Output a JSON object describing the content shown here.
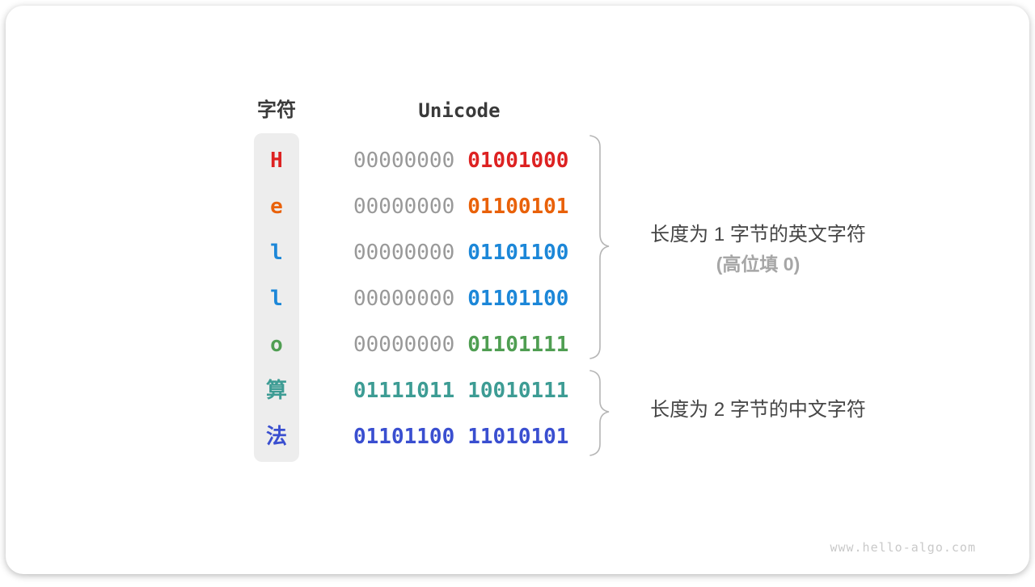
{
  "table": {
    "headers": {
      "char": "字符",
      "unicode": "Unicode"
    },
    "rows": [
      {
        "char": "H",
        "color": "#dd2222",
        "high": "00000000",
        "high_color": "#999999",
        "high_weight": "normal",
        "low": "01001000",
        "low_color": "#dd2222",
        "low_weight": "bold"
      },
      {
        "char": "e",
        "color": "#e96109",
        "high": "00000000",
        "high_color": "#999999",
        "high_weight": "normal",
        "low": "01100101",
        "low_color": "#e96109",
        "low_weight": "bold"
      },
      {
        "char": "l",
        "color": "#1c87d8",
        "high": "00000000",
        "high_color": "#999999",
        "high_weight": "normal",
        "low": "01101100",
        "low_color": "#1c87d8",
        "low_weight": "bold"
      },
      {
        "char": "l",
        "color": "#1c87d8",
        "high": "00000000",
        "high_color": "#999999",
        "high_weight": "normal",
        "low": "01101100",
        "low_color": "#1c87d8",
        "low_weight": "bold"
      },
      {
        "char": "o",
        "color": "#4f9e52",
        "high": "00000000",
        "high_color": "#999999",
        "high_weight": "normal",
        "low": "01101111",
        "low_color": "#4f9e52",
        "low_weight": "bold"
      },
      {
        "char": "算",
        "color": "#3d9c94",
        "high": "01111011",
        "high_color": "#3d9c94",
        "high_weight": "bold",
        "low": "10010111",
        "low_color": "#3d9c94",
        "low_weight": "bold"
      },
      {
        "char": "法",
        "color": "#3a4fd0",
        "high": "01101100",
        "high_color": "#3a4fd0",
        "high_weight": "bold",
        "low": "11010101",
        "low_color": "#3a4fd0",
        "low_weight": "bold"
      }
    ]
  },
  "annotations": {
    "one_byte": {
      "line1": "长度为 1 字节的英文字符",
      "line2": "(高位填 0)"
    },
    "two_byte": {
      "line1": "长度为 2 字节的中文字符"
    }
  },
  "colors": {
    "column_bg": "#ededed",
    "brace": "#b5b5b5",
    "header_text": "#3a3a3a",
    "annotation_text": "#454545",
    "annotation_sub_text": "#a6a6a6",
    "zero_pad_gray": "#999999",
    "watermark": "#c9c9c9"
  },
  "watermark": "www.hello-algo.com"
}
